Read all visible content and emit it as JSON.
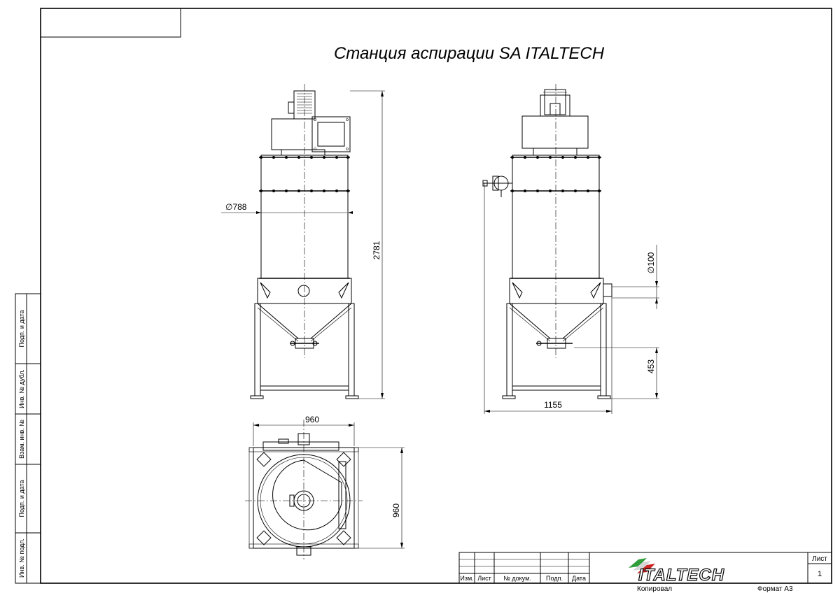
{
  "drawing": {
    "title": "Станция аспирации SA ITALTECH"
  },
  "dimensions": {
    "dia_788": "788",
    "height_2781": "2781",
    "dia_100": "100",
    "height_453": "453",
    "width_1155": "1155",
    "top_width_960": "960",
    "top_depth_960": "960"
  },
  "side_stamp": {
    "fields": [
      "Подп. и дата",
      "Инв. № дубл.",
      "Взам. инв. №",
      "Подп. и дата",
      "Инв. № подл."
    ]
  },
  "title_block": {
    "columns": [
      "Изм.",
      "Лист",
      "№ докум.",
      "Подп.",
      "Дата"
    ],
    "sheet_label": "Лист",
    "sheet_number": "1",
    "copied_label": "Копировал",
    "format_label": "Формат А3",
    "logo_text": "ITALTECH"
  }
}
